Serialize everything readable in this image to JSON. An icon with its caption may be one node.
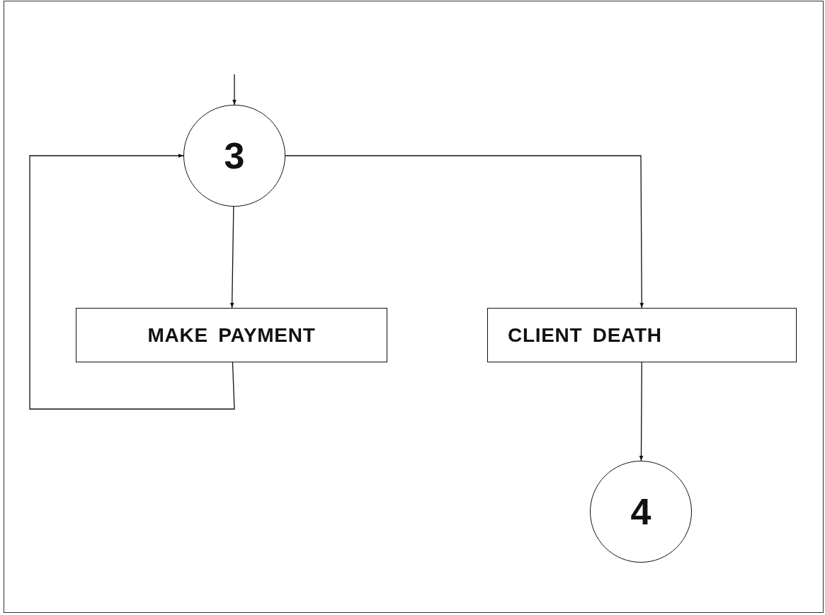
{
  "diagram": {
    "nodes": [
      {
        "text": [
          "3"
        ]
      },
      {
        "text": [
          "MAKE PAYMENT"
        ]
      },
      {
        "text": [
          "CLIENT DEATH"
        ]
      },
      {
        "text": [
          "4"
        ]
      }
    ],
    "edges": [
      {
        "from": null,
        "to": 0,
        "arrow": "to"
      },
      {
        "from": 0,
        "to": 1,
        "arrow": "to"
      },
      {
        "from": 1,
        "to": 0,
        "arrow": "to"
      },
      {
        "from": 0,
        "to": 2,
        "arrow": "to"
      },
      {
        "from": 2,
        "to": 3,
        "arrow": "to"
      }
    ]
  }
}
